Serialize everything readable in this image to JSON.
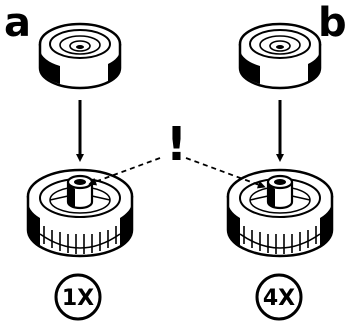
{
  "labels": {
    "left": "a",
    "right": "b"
  },
  "quantities": {
    "left": "1X",
    "right": "4X"
  },
  "warning_mark": "!",
  "colors": {
    "ink": "#000000",
    "paper": "#ffffff"
  }
}
